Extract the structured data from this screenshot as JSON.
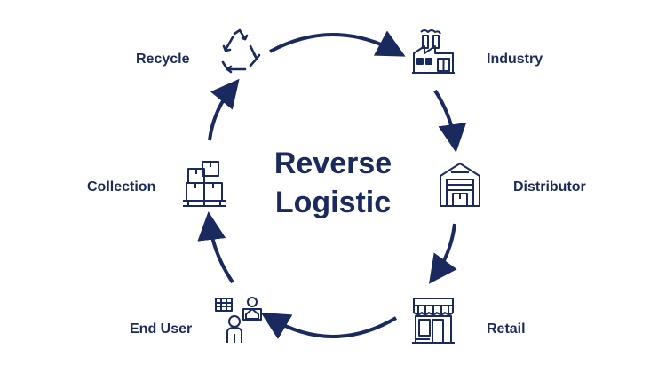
{
  "diagram": {
    "title_line1": "Reverse",
    "title_line2": "Logistic",
    "nodes": {
      "recycle": "Recycle",
      "industry": "Industry",
      "distributor": "Distributor",
      "retail": "Retail",
      "end_user": "End User",
      "collection": "Collection"
    },
    "icons": {
      "recycle": "recycle-icon",
      "industry": "factory-icon",
      "distributor": "warehouse-icon",
      "retail": "store-icon",
      "end_user": "customer-kiosk-icon",
      "collection": "stacked-boxes-icon"
    },
    "colors": {
      "primary": "#1a2a5e"
    }
  }
}
